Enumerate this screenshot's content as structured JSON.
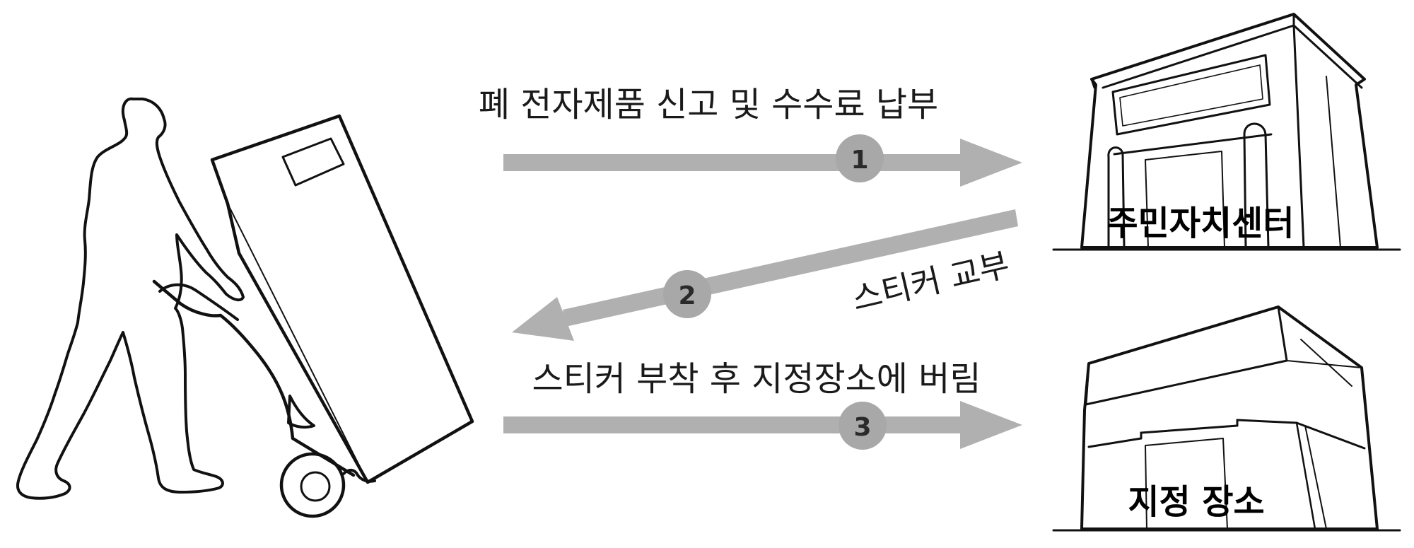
{
  "steps": [
    {
      "number": "1",
      "label": "폐 전자제품 신고 및 수수료 납부"
    },
    {
      "number": "2",
      "label": "스티커 교부"
    },
    {
      "number": "3",
      "label": "스티커 부착 후 지정장소에 버림"
    }
  ],
  "buildings": {
    "community_center": "주민자치센터",
    "designated_place": "지정 장소"
  },
  "colors": {
    "arrow": "#b0b0b0",
    "badge": "#a8a8a8",
    "badge_text": "#2a2a2a",
    "line": "#111111"
  }
}
